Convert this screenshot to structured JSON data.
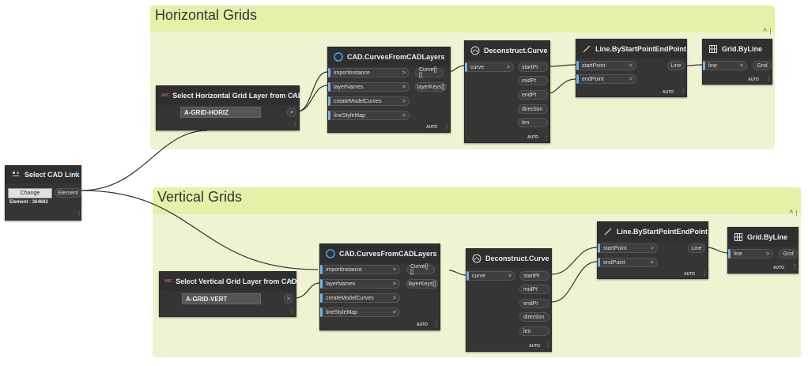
{
  "groups": {
    "horizontal": {
      "title": "Horizontal Grids",
      "collapse": "^ ⁝"
    },
    "vertical": {
      "title": "Vertical Grids",
      "collapse": "^ ⁝"
    }
  },
  "select_cad": {
    "title": "Select CAD Link",
    "button": "Change",
    "output": "Element",
    "element_id": "Element : 364662"
  },
  "h": {
    "layer_title": "Select Horizontal Grid Layer from CAD",
    "layer_value": "A-GRID-HORIZ",
    "curves_title": "CAD.CurvesFromCADLayers",
    "curves_inputs": [
      "importInstance",
      "layerNames",
      "createModelCurves",
      "lineStyleMap"
    ],
    "curves_outputs": [
      "Curve[][]",
      "layerKeys[]"
    ],
    "decon_title": "Deconstruct.Curve",
    "decon_input": "curve",
    "decon_outputs": [
      "startPt",
      "midPt",
      "endPt",
      "direction",
      "len"
    ],
    "line_title": "Line.ByStartPointEndPoint",
    "line_inputs": [
      "startPoint",
      "endPoint"
    ],
    "line_output": "Line",
    "grid_title": "Grid.ByLine",
    "grid_input": "line",
    "grid_output": "Grid"
  },
  "v": {
    "layer_title": "Select Vertical Grid Layer from CAD",
    "layer_value": "A-GRID-VERT",
    "curves_title": "CAD.CurvesFromCADLayers",
    "curves_inputs": [
      "importInstance",
      "layerNames",
      "createModelCurves",
      "lineStyleMap"
    ],
    "curves_outputs": [
      "Curve[][]",
      "layerKeys[]"
    ],
    "decon_title": "Deconstruct.Curve",
    "decon_input": "curve",
    "decon_outputs": [
      "startPt",
      "midPt",
      "endPt",
      "direction",
      "len"
    ],
    "line_title": "Line.ByStartPointEndPoint",
    "line_inputs": [
      "startPoint",
      "endPoint"
    ],
    "line_output": "Line",
    "grid_title": "Grid.ByLine",
    "grid_input": "line",
    "grid_output": "Grid"
  },
  "common": {
    "auto": "AUTO",
    "arrow": ">",
    "menu": "⋮",
    "abc": "ABC"
  },
  "colors": {
    "accent": "#6fb5e8",
    "group_header": "#e6f0a8",
    "group_body": "#eef4d2",
    "node": "#353535"
  }
}
